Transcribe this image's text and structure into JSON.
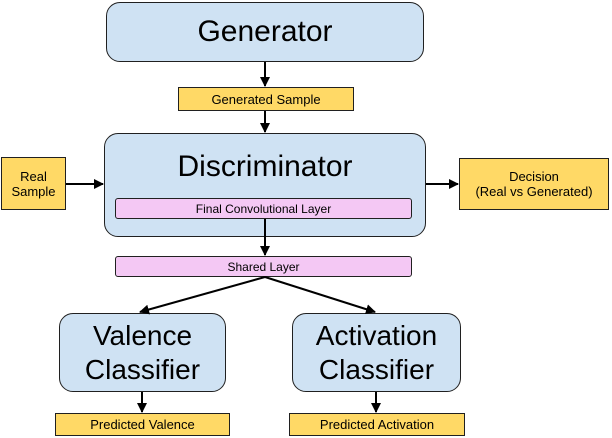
{
  "generator": {
    "title": "Generator"
  },
  "generated_sample": {
    "label": "Generated Sample"
  },
  "discriminator": {
    "title": "Discriminator",
    "final_conv_layer": "Final Convolutional Layer"
  },
  "real_sample": {
    "line1": "Real",
    "line2": "Sample"
  },
  "decision": {
    "line1": "Decision",
    "line2": "(Real vs Generated)"
  },
  "shared_layer": {
    "label": "Shared Layer"
  },
  "valence_classifier": {
    "line1": "Valence",
    "line2": "Classifier"
  },
  "activation_classifier": {
    "line1": "Activation",
    "line2": "Classifier"
  },
  "predicted_valence": {
    "label": "Predicted Valence"
  },
  "predicted_activation": {
    "label": "Predicted Activation"
  },
  "colors": {
    "module_fill": "#cfe2f3",
    "label_fill": "#ffd966",
    "layer_fill": "#f4c8f4",
    "stroke": "#202020"
  }
}
